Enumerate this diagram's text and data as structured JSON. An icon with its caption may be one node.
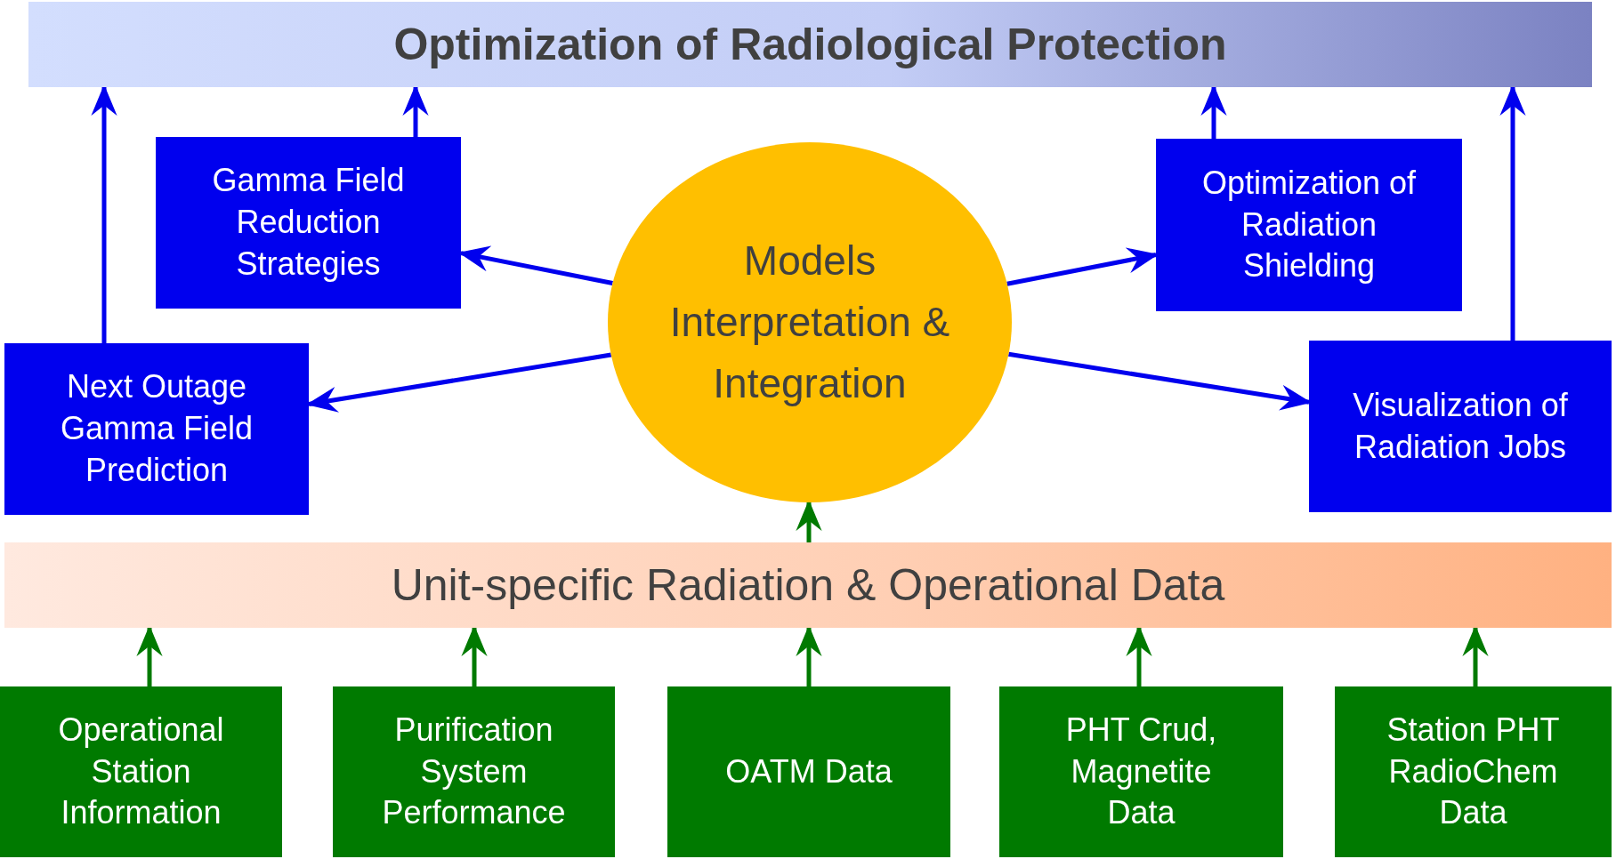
{
  "diagram": {
    "nodes": [
      {
        "text": [
          "Optimization of Radiological Protection"
        ]
      },
      {
        "text": [
          "Gamma Field Reduction Strategies"
        ]
      },
      {
        "text": [
          "Optimization of Radiation Shielding"
        ]
      },
      {
        "text": [
          "Models Interpretation & Integration"
        ]
      },
      {
        "text": [
          "Next Outage Gamma Field Prediction"
        ]
      },
      {
        "text": [
          "Visualization of Radiation Jobs"
        ]
      },
      {
        "text": [
          "Unit-specific Radiation & Operational Data"
        ]
      },
      {
        "text": [
          "Operational Station Information"
        ]
      },
      {
        "text": [
          "Purification System Performance"
        ]
      },
      {
        "text": [
          "OATM Data"
        ]
      },
      {
        "text": [
          "PHT Crud, Magnetite Data"
        ]
      },
      {
        "text": [
          "Station PHT RadioChem Data"
        ]
      }
    ],
    "edges": [
      {
        "from": 3,
        "to": 1,
        "arrow": "to"
      },
      {
        "from": 3,
        "to": 2,
        "arrow": "to"
      },
      {
        "from": 3,
        "to": 4,
        "arrow": "to"
      },
      {
        "from": 3,
        "to": 5,
        "arrow": "to"
      },
      {
        "from": 1,
        "to": 0,
        "arrow": "to"
      },
      {
        "from": 2,
        "to": 0,
        "arrow": "to"
      },
      {
        "from": 4,
        "to": 0,
        "arrow": "to"
      },
      {
        "from": 5,
        "to": 0,
        "arrow": "to"
      },
      {
        "from": 6,
        "to": 3,
        "arrow": "to",
        "color": "#007a00"
      },
      {
        "from": 7,
        "to": 6,
        "arrow": "to",
        "color": "#007a00"
      },
      {
        "from": 8,
        "to": 6,
        "arrow": "to",
        "color": "#007a00"
      },
      {
        "from": 9,
        "to": 6,
        "arrow": "to",
        "color": "#007a00"
      },
      {
        "from": 10,
        "to": 6,
        "arrow": "to",
        "color": "#007a00"
      },
      {
        "from": 11,
        "to": 6,
        "arrow": "to",
        "color": "#007a00"
      }
    ]
  }
}
